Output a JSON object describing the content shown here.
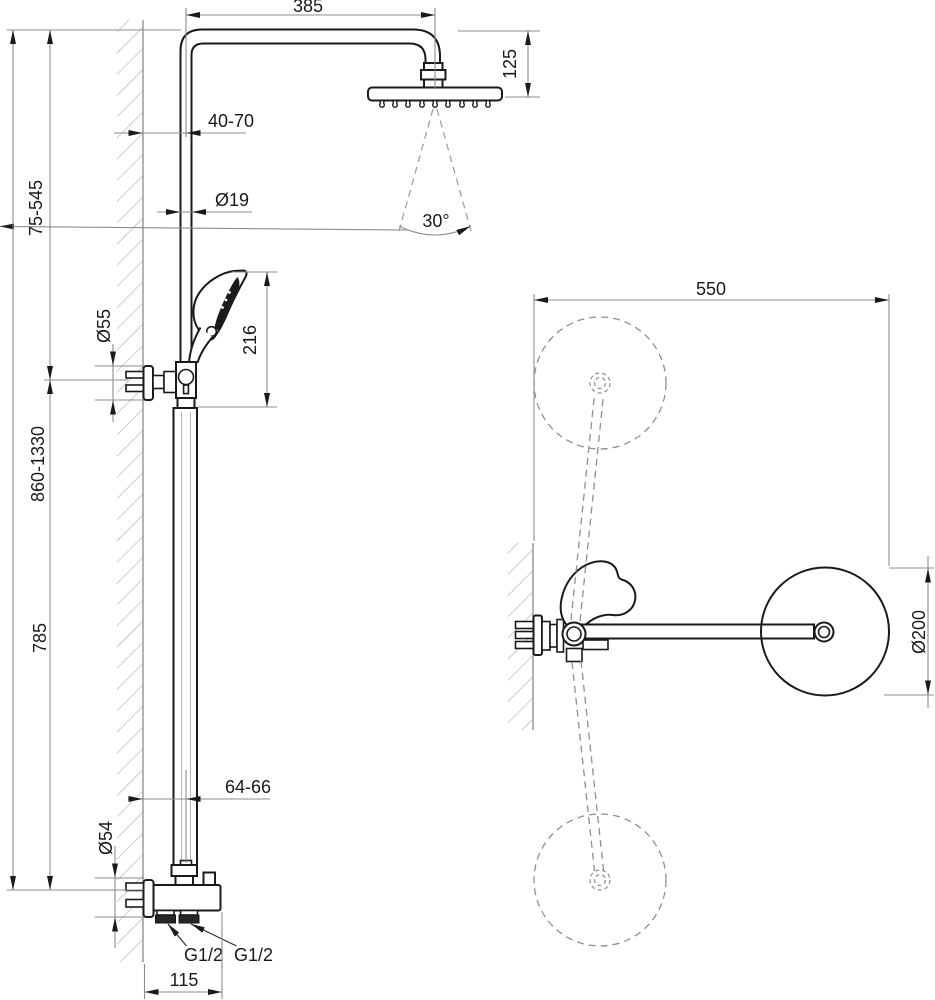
{
  "front_view": {
    "dims": {
      "arm_length": "385",
      "head_drop": "125",
      "wall_offset_top": "40-70",
      "pipe_diameter": "Ø19",
      "spray_angle": "30°",
      "riser_upper_range": "75-545",
      "holder_flange_diameter": "Ø55",
      "handshower_length": "216",
      "total_height_range": "860-1330",
      "riser_lower_length": "785",
      "mixer_flange_diameter": "Ø54",
      "wall_offset_bottom": "64-66",
      "outlet_thread_left": "G1/2",
      "outlet_thread_right": "G1/2",
      "mixer_width": "115"
    }
  },
  "top_view": {
    "dims": {
      "swivel_reach": "550",
      "head_diameter": "Ø200"
    }
  },
  "style": {
    "object_color": "#1a1a1a",
    "dimension_color": "#8c8c8c",
    "hatch_color": "#a6a6a6",
    "background": "#ffffff"
  }
}
